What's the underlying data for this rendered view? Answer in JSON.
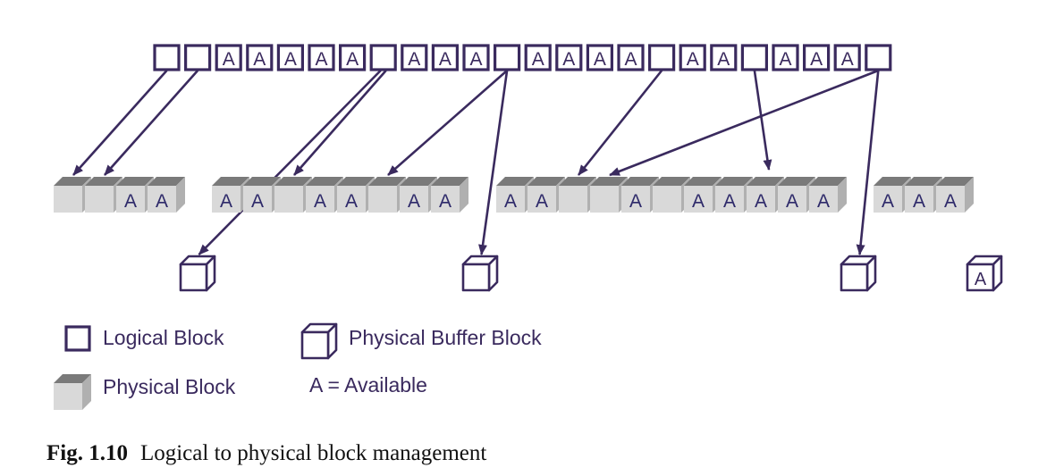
{
  "colors": {
    "ink": "#3a2a5e",
    "arrow": "#3a2a5e",
    "block_front": "#d9d9d9",
    "block_top": "#7a7a7a",
    "block_side": "#b0b0b0",
    "block_text": "#2e2a6a"
  },
  "logical_row": {
    "cells": [
      "",
      "",
      "A",
      "A",
      "A",
      "A",
      "A",
      "",
      "A",
      "A",
      "A",
      "",
      "A",
      "A",
      "A",
      "A",
      "",
      "A",
      "A",
      "",
      "A",
      "A",
      "A",
      ""
    ]
  },
  "physical_groups": [
    {
      "cells": [
        "",
        "",
        "A",
        "A"
      ]
    },
    {
      "cells": [
        "A",
        "A",
        "",
        "A",
        "A",
        "",
        "A",
        "A"
      ]
    },
    {
      "cells": [
        "A",
        "A",
        "",
        "",
        "A",
        "",
        "A",
        "A",
        "A",
        "A",
        "A"
      ]
    },
    {
      "cells": [
        "A",
        "A",
        "A"
      ]
    }
  ],
  "buffer_blocks": [
    {
      "label": ""
    },
    {
      "label": ""
    },
    {
      "label": ""
    },
    {
      "label": "A"
    }
  ],
  "legend": {
    "logical_block": "Logical Block",
    "physical_buffer_block": "Physical Buffer Block",
    "physical_block": "Physical Block",
    "available": "A = Available"
  },
  "caption": {
    "number": "Fig. 1.10",
    "text": "Logical to physical block management"
  }
}
